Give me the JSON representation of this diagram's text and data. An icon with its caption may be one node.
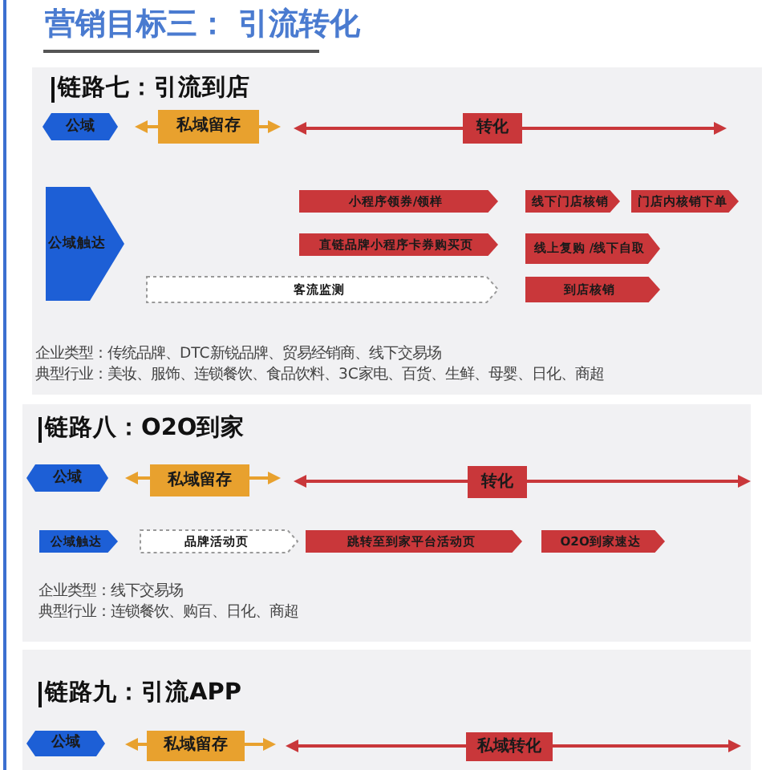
{
  "diagram": {
    "title": "营销目标三： 引流转化",
    "nodes": [
      {
        "text": [
          "链路七：引流到店",
          "企业类型：传统品牌、DTC新锐品牌、贸易经销商、线下交易场",
          "典型行业：美妆、服饰、连锁餐饮、食品饮料、3C家电、百货、生鲜、母婴、日化、商超"
        ]
      },
      {
        "text": [
          "公域"
        ],
        "in": 0
      },
      {
        "text": [
          "私域留存"
        ],
        "in": 0
      },
      {
        "text": [
          "转化"
        ],
        "in": 0
      },
      {
        "text": [
          "公域触达"
        ],
        "in": 0
      },
      {
        "text": [
          "小程序领券/领样"
        ],
        "in": 0
      },
      {
        "text": [
          "线下门店核销"
        ],
        "in": 0
      },
      {
        "text": [
          "门店内核销下单"
        ],
        "in": 0
      },
      {
        "text": [
          "直链品牌小程序卡券购买页"
        ],
        "in": 0
      },
      {
        "text": [
          "线上复购 /线下自取"
        ],
        "in": 0
      },
      {
        "text": [
          "客流监测"
        ],
        "in": 0
      },
      {
        "text": [
          "到店核销"
        ],
        "in": 0
      },
      {
        "text": [
          "链路八：O2O到家",
          "企业类型：线下交易场",
          "典型行业：连锁餐饮、购百、日化、商超"
        ]
      },
      {
        "text": [
          "公域"
        ],
        "in": 12
      },
      {
        "text": [
          "私域留存"
        ],
        "in": 12
      },
      {
        "text": [
          "转化"
        ],
        "in": 12
      },
      {
        "text": [
          "公域触达"
        ],
        "in": 12
      },
      {
        "text": [
          "品牌活动页"
        ],
        "in": 12
      },
      {
        "text": [
          "跳转至到家平台活动页"
        ],
        "in": 12
      },
      {
        "text": [
          "O2O到家速达"
        ],
        "in": 12
      },
      {
        "text": [
          "链路九：引流APP"
        ]
      },
      {
        "text": [
          "公域"
        ],
        "in": 20
      },
      {
        "text": [
          "私域留存"
        ],
        "in": 20
      },
      {
        "text": [
          "私域转化"
        ],
        "in": 20
      }
    ]
  }
}
